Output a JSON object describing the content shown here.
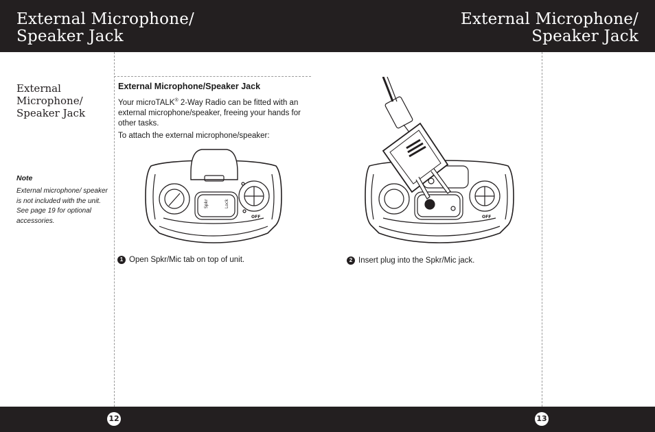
{
  "header": {
    "left_title_line1": "External Microphone/",
    "left_title_line2": "Speaker Jack",
    "right_title_line1": "External Microphone/",
    "right_title_line2": "Speaker Jack"
  },
  "sidebar": {
    "title_line1": "External",
    "title_line2": "Microphone/",
    "title_line3": "Speaker Jack",
    "note_heading": "Note",
    "note_text": "External microphone/ speaker is not included with the unit. See page 19 for optional accessories."
  },
  "main": {
    "section_heading": "External Microphone/Speaker Jack",
    "intro_before_mark": "Your microTALK",
    "intro_mark": "®",
    "intro_after_mark": " 2-Way Radio can be fitted with an external microphone/speaker, freeing your hands for other tasks.",
    "attach_text": "To attach the external microphone/speaker:",
    "steps": [
      {
        "number": "1",
        "text": "Open Spkr/Mic tab on top of unit."
      },
      {
        "number": "2",
        "text": "Insert plug into the Spkr/Mic jack."
      }
    ],
    "figure_labels": {
      "jack_label": "Spkr",
      "button_label": "Lock",
      "power_label": "OFF"
    }
  },
  "footer": {
    "left_page": "12",
    "right_page": "13"
  }
}
